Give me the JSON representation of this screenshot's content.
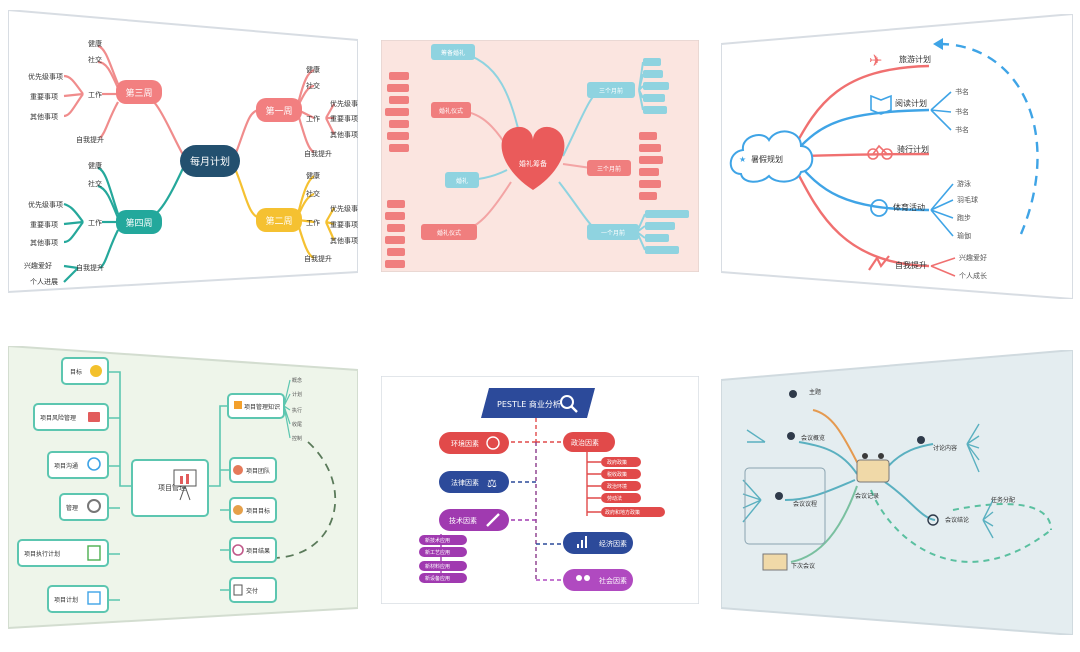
{
  "mindmaps": {
    "monthly": {
      "center": "每月计划",
      "week1": "第一周",
      "week2": "第二周",
      "week3": "第三周",
      "week4": "第四周",
      "health": "健康",
      "social": "社交",
      "work": "工作",
      "self": "自我提升",
      "priority": "优先级事项",
      "important": "重要事项",
      "other": "其他事项",
      "interest": "兴趣爱好",
      "personal": "个人进展"
    },
    "wedding": {
      "center": "婚礼筹备",
      "top_left": "筹备婚礼",
      "left": "婚礼仪式",
      "bottom_left": "婚礼",
      "bottom_right": "一个月前",
      "right_top": "三个月前",
      "right_mid": "三个月前"
    },
    "plan": {
      "center": "暑假规划",
      "travel": "旅游计划",
      "reading": "阅读计划",
      "riding": "骑行计划",
      "sports": "体育活动",
      "selfimprove": "自我提升",
      "book": "书名",
      "swim": "游泳",
      "ball": "羽毛球",
      "run": "跑步",
      "yoga": "瑜伽",
      "interest": "兴趣爱好",
      "personal": "个人成长"
    },
    "project": {
      "center": "项目管理",
      "left1": "目标",
      "left2": "项目风险管理",
      "left3": "项目沟通",
      "left4": "管理",
      "left5": "项目执行计划",
      "left6": "项目计划",
      "right1": "项目管理知识",
      "right2": "项目团队",
      "right3": "项目目标",
      "right4": "项目结果",
      "right5": "交付",
      "sub1": "概念",
      "sub2": "计划",
      "sub3": "执行",
      "sub4": "收尾",
      "sub5": "控制"
    },
    "pestle": {
      "title": "PESTLE 商业分析",
      "env": "环境因素",
      "law": "法律因素",
      "tech": "技术因素",
      "policy": "政治因素",
      "econ": "经济因素",
      "social": "社会因素",
      "p1": "政府政策",
      "p2": "税收政策",
      "p3": "政治环境",
      "p4": "劳动法",
      "p5": "政府和地方政策",
      "t1": "新技术应用",
      "t2": "新工艺应用",
      "t3": "新材料应用",
      "t4": "新设备应用"
    },
    "meeting": {
      "center": "会议记录",
      "n1": "主题",
      "n2": "会议概览",
      "n3": "会议议程",
      "n4": "讨论内容",
      "n5": "会议结论",
      "n6": "任务分配",
      "n7": "下次会议"
    }
  }
}
